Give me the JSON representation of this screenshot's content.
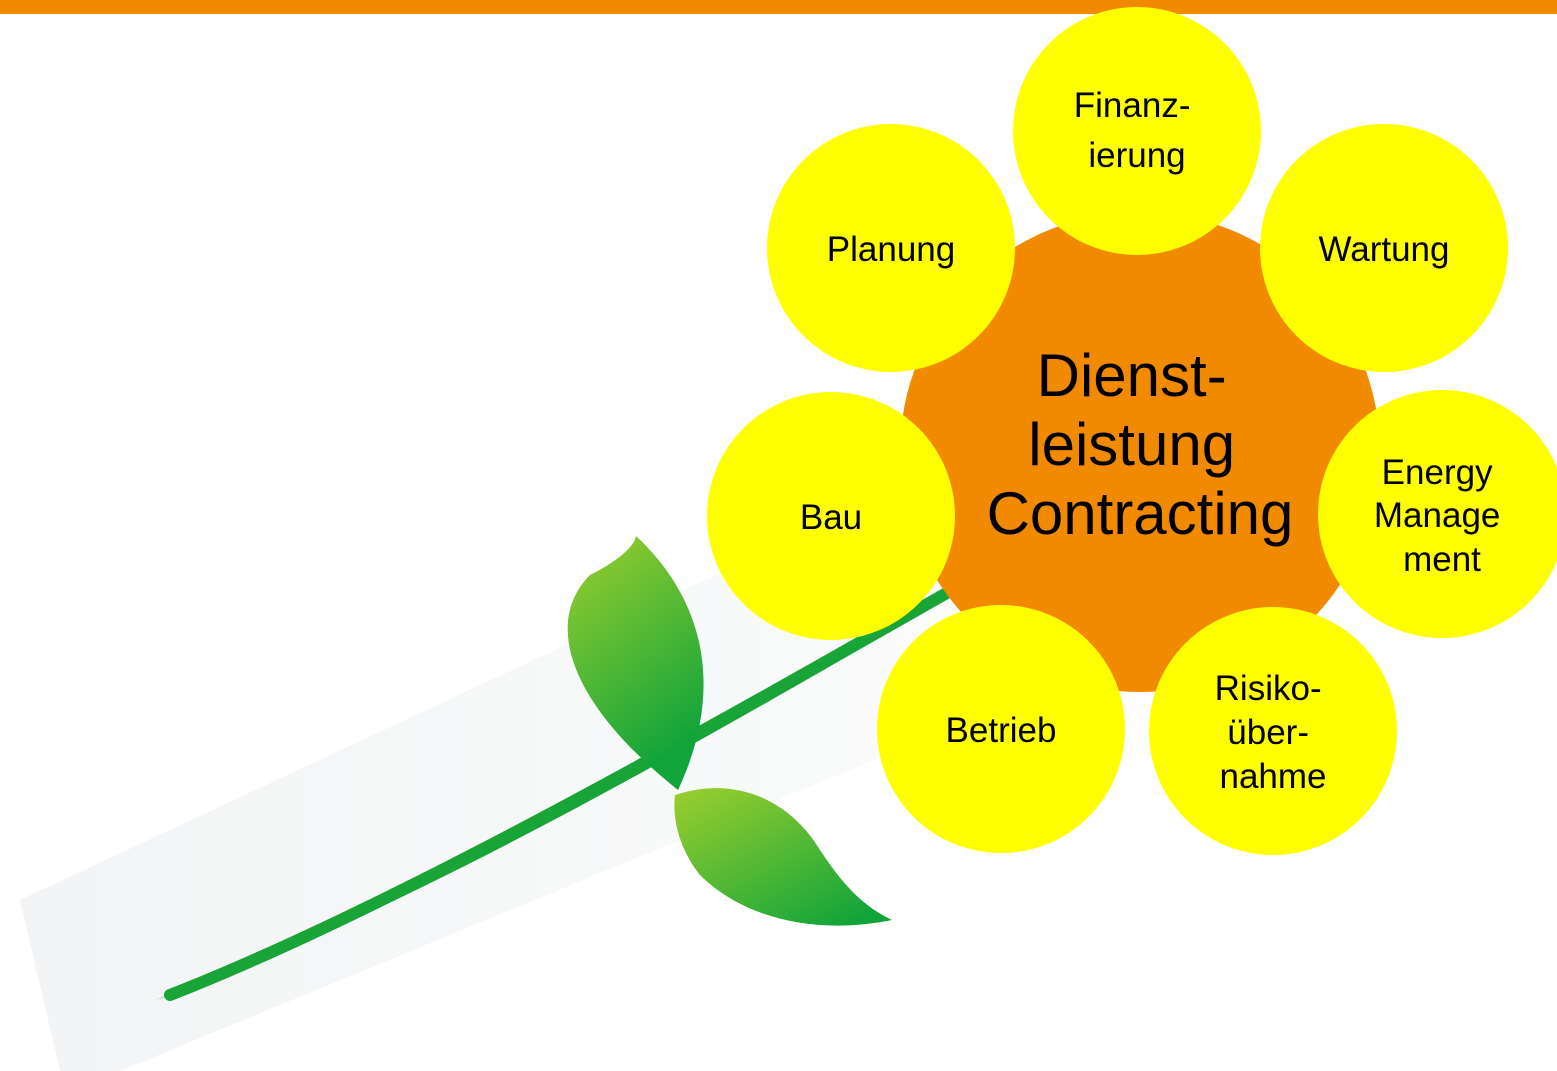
{
  "colors": {
    "top_bar": "#f28a00",
    "center": "#f28a00",
    "petal": "#ffff00",
    "stem": "#18a437",
    "leaf_light": "#9ccf2e",
    "leaf_dark": "#11a43a",
    "panel": "#f4f6f7"
  },
  "center": {
    "lines": [
      "Dienst-",
      "leistung",
      "Contracting"
    ]
  },
  "petals": [
    {
      "id": "finanzierung",
      "lines": [
        "Finanz-",
        "ierung"
      ]
    },
    {
      "id": "wartung",
      "lines": [
        "Wartung"
      ]
    },
    {
      "id": "energy-management",
      "lines": [
        "Energy",
        "Manage",
        "ment"
      ]
    },
    {
      "id": "risikouebernahme",
      "lines": [
        "Risiko-",
        "über-",
        "nahme"
      ]
    },
    {
      "id": "betrieb",
      "lines": [
        "Betrieb"
      ]
    },
    {
      "id": "bau",
      "lines": [
        "Bau"
      ]
    },
    {
      "id": "planung",
      "lines": [
        "Planung"
      ]
    }
  ]
}
